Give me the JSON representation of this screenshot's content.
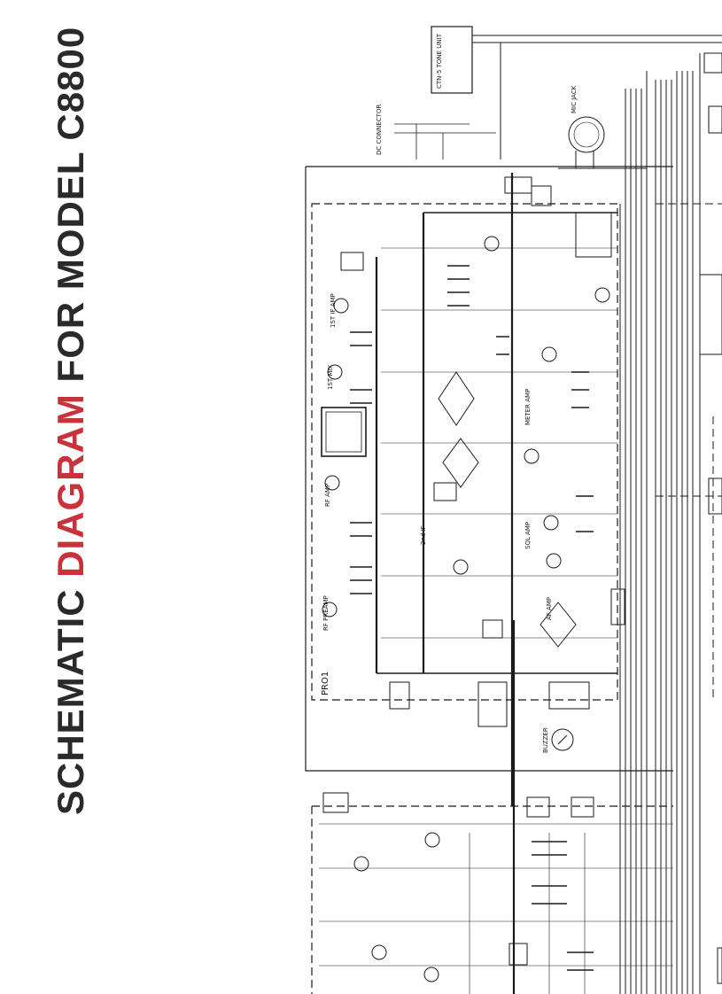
{
  "title": {
    "part1": "SCHEMATIC",
    "part2": "DIAGRAM",
    "part3": "FOR MODEL C8800"
  },
  "colors": {
    "accent": "#c8323a",
    "ink": "#1a1a1a"
  },
  "labels": {
    "board": "PRO1",
    "tone_unit": "CTN-5 TONE UNIT",
    "dc_connector": "DC CONNECTOR",
    "mic_jack": "MIC JACK",
    "rf_preamp": "RF PREAMP",
    "rf_amp": "RF AMP",
    "first_mix": "1ST MIX",
    "first_if_amp": "1ST IF AMP",
    "second_if": "2nd IF",
    "meter_amp": "METER AMP",
    "sql_amp": "SQL AMP",
    "af_amp": "AF AMP",
    "buzzer": "BUZZER"
  }
}
